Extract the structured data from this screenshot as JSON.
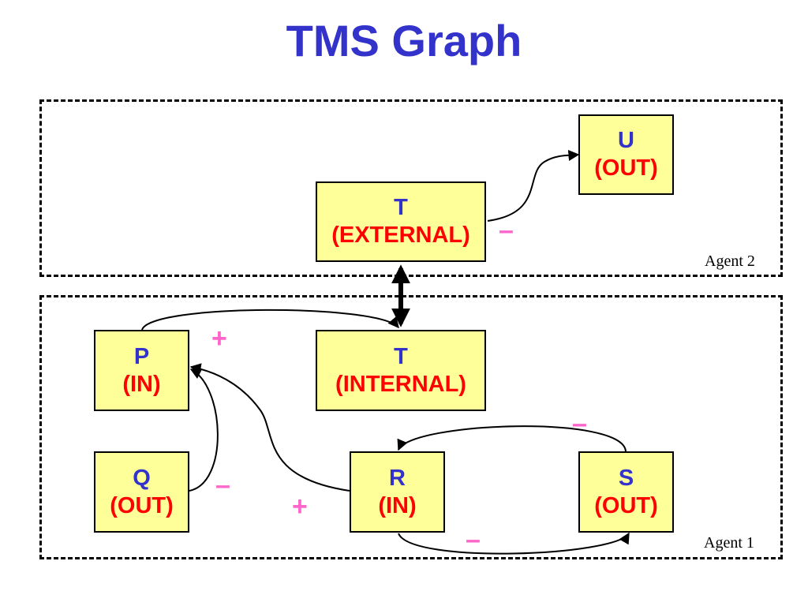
{
  "title": "TMS Graph",
  "agents": {
    "agent2": "Agent 2",
    "agent1": "Agent 1"
  },
  "nodes": {
    "u": {
      "name": "U",
      "state": "(OUT)"
    },
    "t_external": {
      "name": "T",
      "state": "(EXTERNAL)"
    },
    "p": {
      "name": "P",
      "state": "(IN)"
    },
    "t_internal": {
      "name": "T",
      "state": "(INTERNAL)"
    },
    "q": {
      "name": "Q",
      "state": "(OUT)"
    },
    "r": {
      "name": "R",
      "state": "(IN)"
    },
    "s": {
      "name": "S",
      "state": "(OUT)"
    }
  },
  "signs": {
    "t_external_to_u": "–",
    "p_to_t_internal": "+",
    "q_to_p": "–",
    "r_to_p": "+",
    "s_to_r": "–",
    "r_to_s": "–"
  },
  "colors": {
    "title": "#3333cc",
    "node_fill": "#ffff99",
    "node_name": "#3333cc",
    "node_state": "#ff0000",
    "sign": "#ff66cc"
  }
}
